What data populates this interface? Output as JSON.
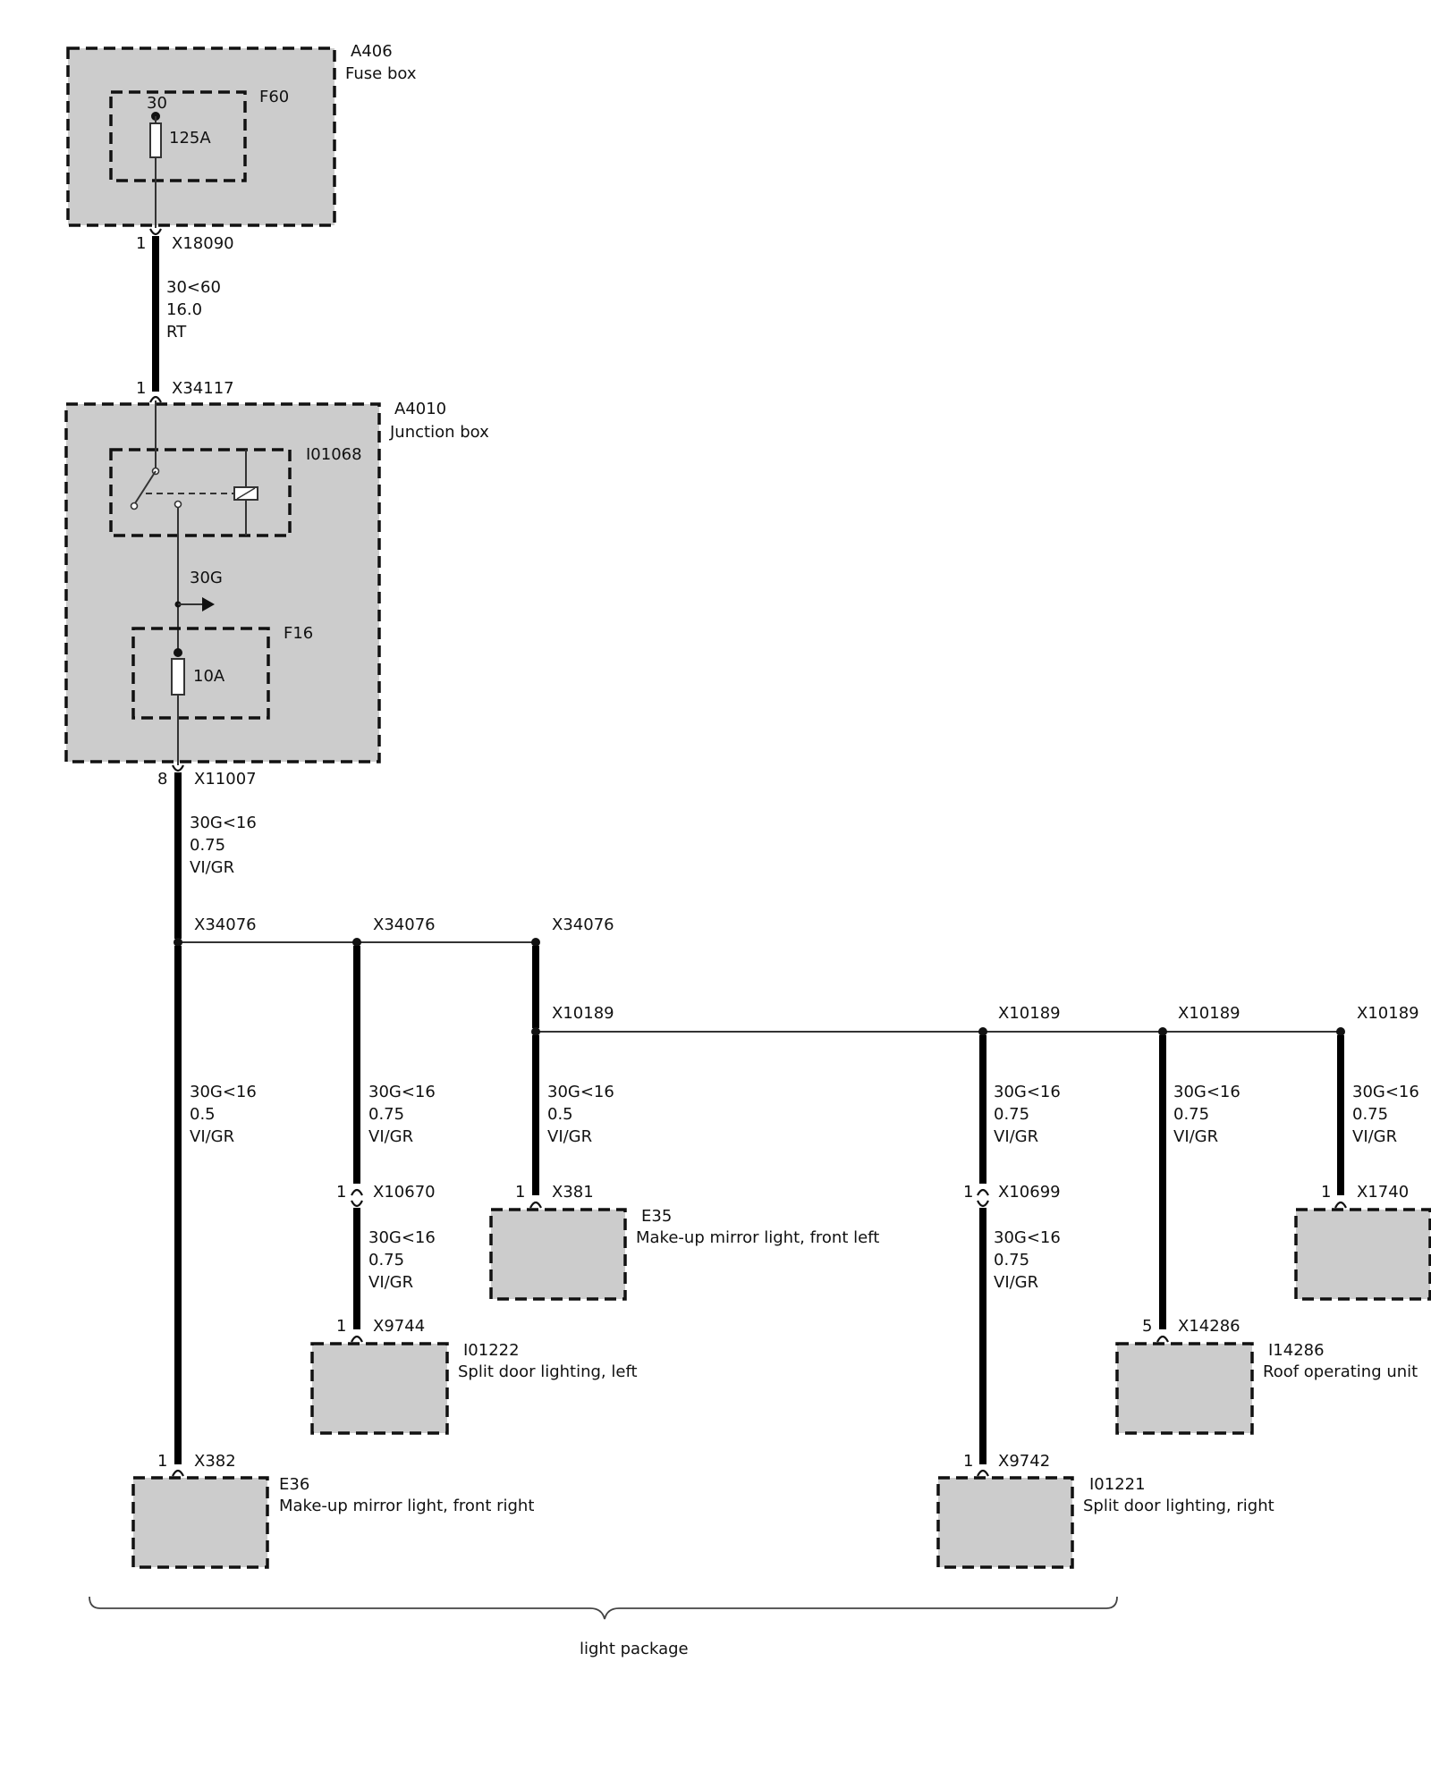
{
  "components": {
    "a406": {
      "id": "A406",
      "name": "Fuse box"
    },
    "f60": {
      "id": "F60",
      "terminal": "30",
      "rating": "125A"
    },
    "a4010": {
      "id": "A4010",
      "name": "Junction box"
    },
    "i01068": {
      "id": "I01068"
    },
    "f16": {
      "id": "F16",
      "rating": "10A"
    },
    "e36": {
      "id": "E36",
      "name": "Make-up mirror light, front right"
    },
    "e35": {
      "id": "E35",
      "name": "Make-up mirror light, front left"
    },
    "i01222": {
      "id": "I01222",
      "name": "Split door lighting, left"
    },
    "i01221": {
      "id": "I01221",
      "name": "Split door lighting, right"
    },
    "i14286": {
      "id": "I14286",
      "name": "Roof operating unit"
    }
  },
  "connectors": {
    "x18090": {
      "id": "X18090",
      "pin": "1"
    },
    "x34117": {
      "id": "X34117",
      "pin": "1"
    },
    "x11007": {
      "id": "X11007",
      "pin": "8"
    },
    "x382": {
      "id": "X382",
      "pin": "1"
    },
    "x10670": {
      "id": "X10670",
      "pin": "1"
    },
    "x9744": {
      "id": "X9744",
      "pin": "1"
    },
    "x381": {
      "id": "X381",
      "pin": "1"
    },
    "x10699": {
      "id": "X10699",
      "pin": "1"
    },
    "x9742": {
      "id": "X9742",
      "pin": "1"
    },
    "x14286": {
      "id": "X14286",
      "pin": "5"
    },
    "x1740": {
      "id": "X1740",
      "pin": "1"
    }
  },
  "splices": {
    "x34076": "X34076",
    "x10189": "X10189"
  },
  "signal_30g": "30G",
  "wires": {
    "w_main": {
      "signal": "30<60",
      "size": "16.0",
      "color": "RT"
    },
    "w_x11007": {
      "signal": "30G<16",
      "size": "0.75",
      "color": "VI/GR"
    },
    "w_e36": {
      "signal": "30G<16",
      "size": "0.5",
      "color": "VI/GR"
    },
    "w_x10670": {
      "signal": "30G<16",
      "size": "0.75",
      "color": "VI/GR"
    },
    "w_x9744": {
      "signal": "30G<16",
      "size": "0.75",
      "color": "VI/GR"
    },
    "w_e35": {
      "signal": "30G<16",
      "size": "0.5",
      "color": "VI/GR"
    },
    "w_x10699": {
      "signal": "30G<16",
      "size": "0.75",
      "color": "VI/GR"
    },
    "w_x9742": {
      "signal": "30G<16",
      "size": "0.75",
      "color": "VI/GR"
    },
    "w_x14286": {
      "signal": "30G<16",
      "size": "0.75",
      "color": "VI/GR"
    },
    "w_x1740": {
      "signal": "30G<16",
      "size": "0.75",
      "color": "VI/GR"
    }
  },
  "brace_label": "light package"
}
